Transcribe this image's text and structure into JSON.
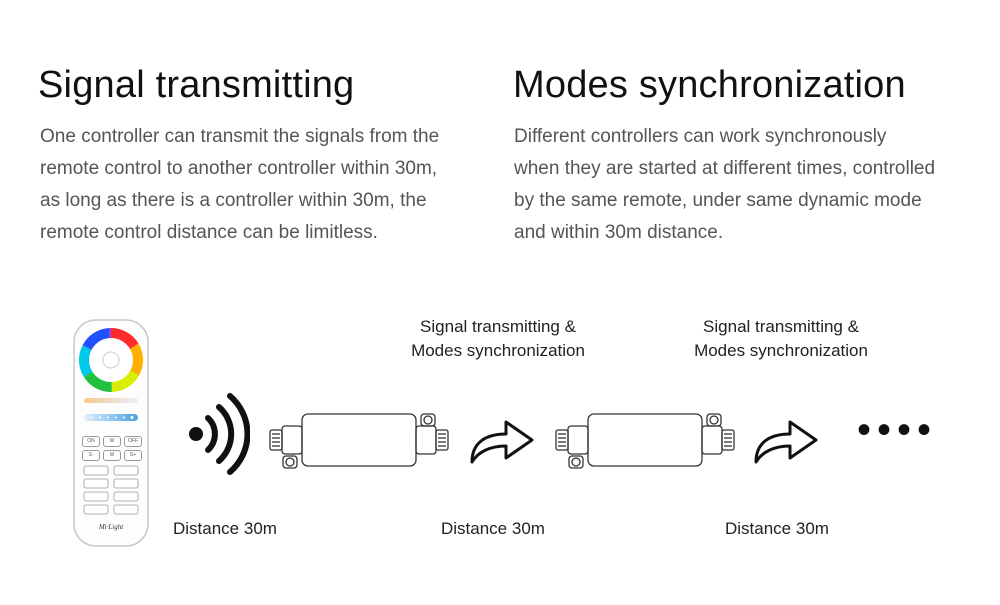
{
  "left": {
    "title": "Signal transmitting",
    "lines": [
      "One controller can transmit the signals from the",
      "remote control to another controller within 30m,",
      "as long as there is a controller within 30m, the",
      "remote control distance can be limitless."
    ]
  },
  "right": {
    "title": "Modes synchronization",
    "lines": [
      "Different controllers can work synchronously",
      "when they are started at different times, controlled",
      "by the same remote, under same dynamic mode",
      "and within 30m distance."
    ]
  },
  "captions": [
    {
      "line1": "Signal transmitting &",
      "line2": "Modes synchronization"
    },
    {
      "line1": "Signal transmitting &",
      "line2": "Modes synchronization"
    }
  ],
  "distances": [
    "Distance 30m",
    "Distance 30m",
    "Distance 30m"
  ],
  "remote": {
    "brand": "Mi·Light",
    "buttons": {
      "on": "ON",
      "w": "W",
      "off": "OFF",
      "s_minus": "S-",
      "m": "M",
      "s_plus": "S+"
    }
  },
  "ellipsis": "••••",
  "icons": [
    "wireless-signal-icon",
    "forward-arrow-icon",
    "controller-box-icon",
    "remote-control-icon"
  ]
}
